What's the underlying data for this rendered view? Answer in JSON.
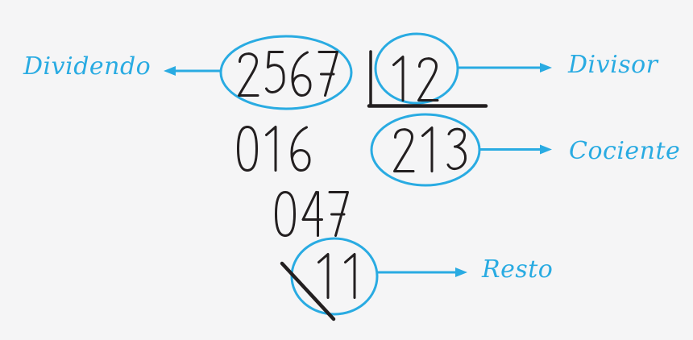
{
  "division": {
    "dividend": "2567",
    "divisor": "12",
    "quotient": "213",
    "remainder": "11",
    "partial_remainders": [
      "016",
      "047"
    ]
  },
  "labels": {
    "dividendo": "Dividendo",
    "divisor": "Divisor",
    "cociente": "Cociente",
    "resto": "Resto"
  },
  "colors": {
    "accent_blue": "#29abe2",
    "ink_black": "#231f20",
    "background": "#f5f5f6"
  }
}
